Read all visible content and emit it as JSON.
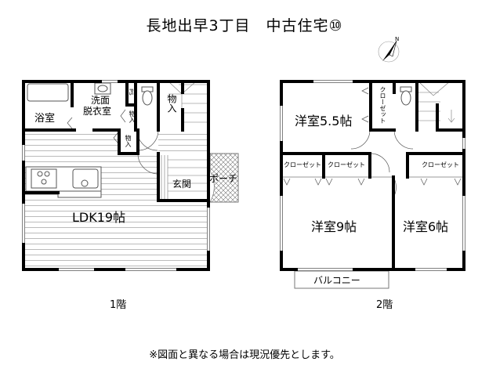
{
  "title": "長地出早3丁目　中古住宅⑩",
  "compass": {
    "label": "N",
    "icon": "north-arrow-icon"
  },
  "floor1": {
    "label": "1階",
    "rooms": {
      "bath": "浴室",
      "washroom_line1": "洗面",
      "washroom_line2": "脱衣室",
      "ps": "PS",
      "storage_small": "物入",
      "storage_hall": "物入",
      "storage_stair": "物入",
      "entrance": "玄関",
      "porch": "ポーチ",
      "ldk": "LDK19帖"
    }
  },
  "floor2": {
    "label": "2階",
    "rooms": {
      "western_55": "洋室5.5帖",
      "closet_vertical": "クローゼット",
      "closet_a": "クローゼット",
      "closet_b": "クローゼット",
      "closet_c": "クローゼット",
      "western_9": "洋室9帖",
      "western_6": "洋室6帖",
      "balcony": "バルコニー"
    }
  },
  "note": "※図面と異なる場合は現況優先とします。"
}
